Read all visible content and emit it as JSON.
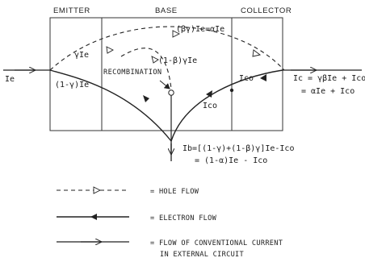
{
  "regions": {
    "emitter": "EMITTER",
    "base": "BASE",
    "collector": "COLLECTOR"
  },
  "labels": {
    "ie": "Ie",
    "gamma_ie": "γIe",
    "one_minus_gamma_ie": "(1-γ)Ie",
    "beta_gamma_ie": "(βγ)Ie=αIe",
    "one_minus_beta_gamma_ie": "(1-β)γIe",
    "recombination": "RECOMBINATION",
    "ico_top": "Ico",
    "ico_bottom": "Ico",
    "ic_line1": "Ic = γβIe + Ico",
    "ic_line2": "= αIe + Ico",
    "ib_line1": "Ib=[(1-γ)+(1-β)γ]Ie-Ico",
    "ib_line2": "= (1-α)Ie - Ico"
  },
  "legend": [
    {
      "text": "= HOLE FLOW"
    },
    {
      "text": "= ELECTRON FLOW"
    },
    {
      "text": "= FLOW OF CONVENTIONAL CURRENT"
    },
    {
      "text": "IN EXTERNAL CIRCUIT"
    }
  ]
}
